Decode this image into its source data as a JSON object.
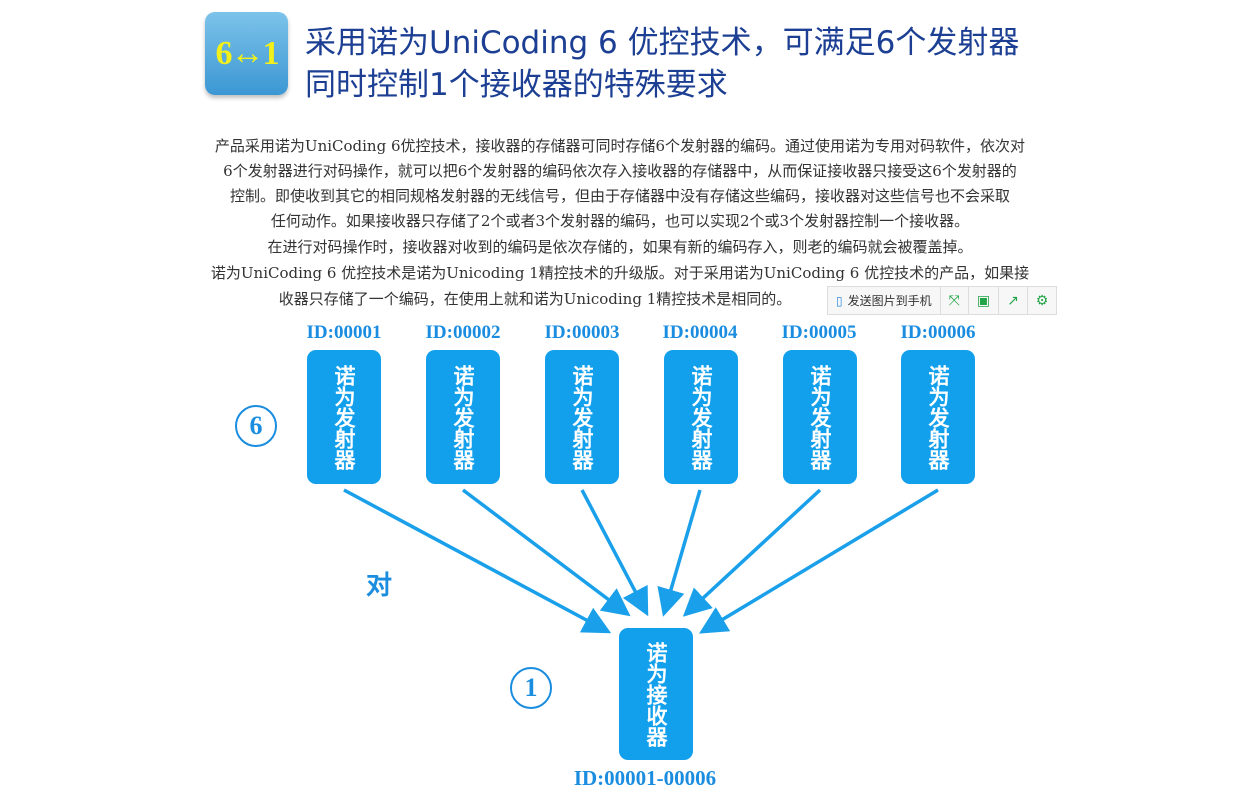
{
  "header": {
    "logo_text": "6↔1",
    "title_lines": [
      "采用诺为UniCoding 6 优控技术，可满足6个发射器",
      "同时控制1个接收器的特殊要求"
    ]
  },
  "body_lines": [
    "产品采用诺为UniCoding 6优控技术，接收器的存储器可同时存储6个发射器的编码。通过使用诺为专用对码软件，依次对",
    "6个发射器进行对码操作，就可以把6个发射器的编码依次存入接收器的存储器中，从而保证接收器只接受这6个发射器的",
    "控制。即使收到其它的相同规格发射器的无线信号，但由于存储器中没有存储这些编码，接收器对这些信号也不会采取",
    "任何动作。如果接收器只存储了2个或者3个发射器的编码，也可以实现2个或3个发射器控制一个接收器。",
    "在进行对码操作时，接收器对收到的编码是依次存储的，如果有新的编码存入，则老的编码就会被覆盖掉。",
    "诺为UniCoding 6 优控技术是诺为Unicoding 1精控技术的升级版。对于采用诺为UniCoding 6 优控技术的产品，如果接",
    "收器只存储了一个编码，在使用上就和诺为Unicoding 1精控技术是相同的。"
  ],
  "toolbar": {
    "send_label": "发送图片到手机",
    "icons": [
      "expand-icon",
      "save-icon",
      "share-icon",
      "settings-icon"
    ]
  },
  "diagram": {
    "transmitters": [
      {
        "id": "ID:00001"
      },
      {
        "id": "ID:00002"
      },
      {
        "id": "ID:00003"
      },
      {
        "id": "ID:00004"
      },
      {
        "id": "ID:00005"
      },
      {
        "id": "ID:00006"
      }
    ],
    "transmitter_label": "诺为发射器",
    "count_left": "6",
    "pair_label": "对",
    "count_right": "1",
    "receiver_label": "诺为接收器",
    "receiver_id": "ID:00001-00006"
  }
}
